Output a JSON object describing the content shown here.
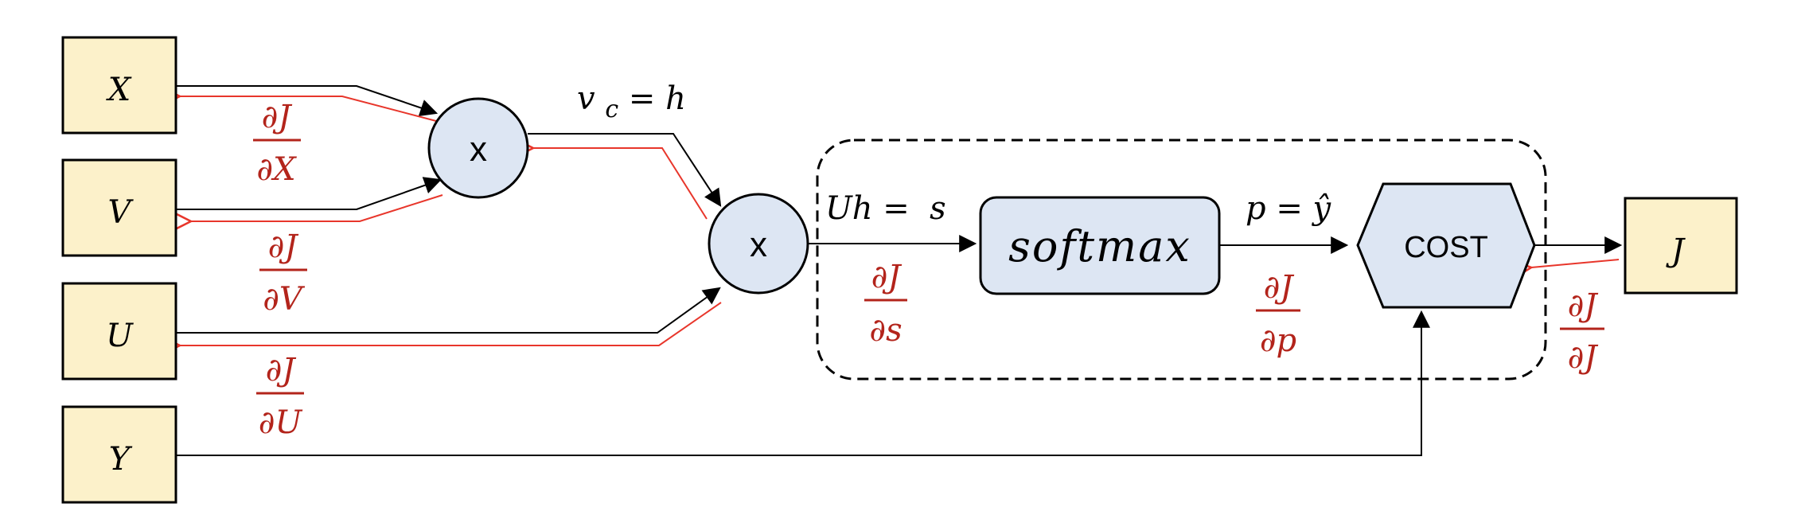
{
  "colors": {
    "input_fill": "#fcf1ca",
    "node_fill": "#dde6f3",
    "forward": "#000000",
    "backward": "#e8362b",
    "gradient_text": "#b3241b"
  },
  "inputs": {
    "x": "X",
    "v": "V",
    "u": "U",
    "y": "Y"
  },
  "nodes": {
    "mult1": "x",
    "mult2": "x",
    "softmax": "softmax",
    "cost": "COST",
    "output": "J"
  },
  "labels": {
    "vc_h": "v_c = h",
    "uh_s": "Uh =  s",
    "p_yhat": "p = ŷ"
  },
  "gradients": {
    "dx": {
      "num": "∂J",
      "den": "∂X"
    },
    "dv": {
      "num": "∂J",
      "den": "∂V"
    },
    "du": {
      "num": "∂J",
      "den": "∂U"
    },
    "ds": {
      "num": "∂J",
      "den": "∂s"
    },
    "dp": {
      "num": "∂J",
      "den": "∂p"
    },
    "dj": {
      "num": "∂J",
      "den": "∂J"
    }
  }
}
